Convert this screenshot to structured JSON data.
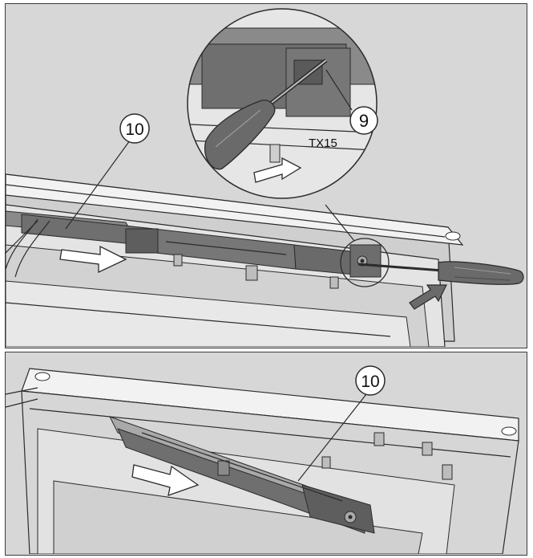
{
  "figure": {
    "top_panel": {
      "callout_rail": "10",
      "callout_screw": "9",
      "tool_size": "TX15",
      "colors": {
        "background": "#d7d7d7",
        "part": "#6f6f6f",
        "part_light": "#a9a9a9",
        "outline": "#2b2b2b",
        "frame": "#f2f2f2"
      }
    },
    "bottom_panel": {
      "callout_rail": "10"
    }
  }
}
